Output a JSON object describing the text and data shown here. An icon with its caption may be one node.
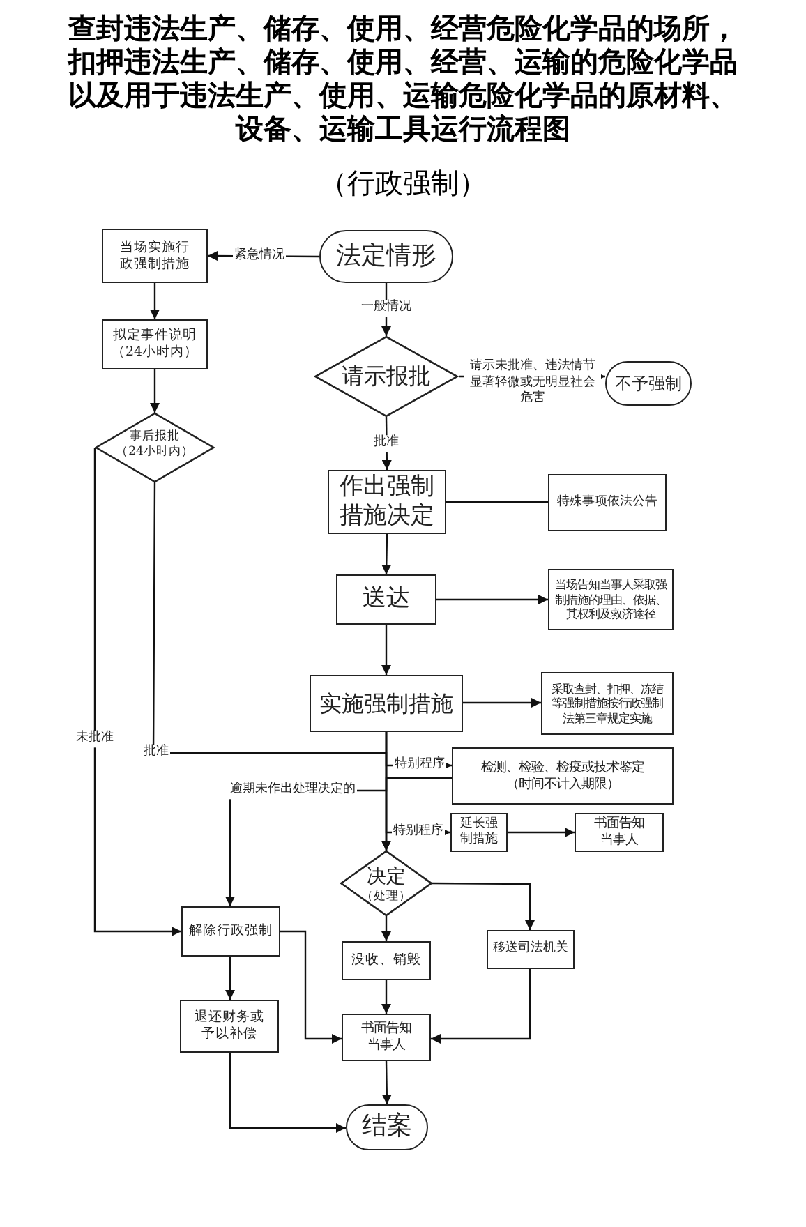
{
  "diagram": {
    "title": "查封违法生产、储存、使用、经营危险化学品的场所，扣押违法生产、储存、使用、经营、运输的危险化学品以及用于违法生产、使用、运输危险化学品的原材料、设备、运输工具运行流程图",
    "nodes": [
      {
        "text": [
          "法定情形"
        ]
      },
      {
        "text": [
          "当场实施行政强制措施"
        ]
      },
      {
        "text": [
          "拟定事件说明（24小时内）"
        ]
      },
      {
        "text": [
          "事后报批（24小时内）"
        ]
      },
      {
        "text": [
          "请示报批"
        ]
      },
      {
        "text": [
          "不予强制"
        ]
      },
      {
        "text": [
          "作出强制措施决定"
        ]
      },
      {
        "text": [
          "特殊事项依法公告"
        ]
      },
      {
        "text": [
          "送达"
        ]
      },
      {
        "text": [
          "当场告知当事人采取强制措施的理由、依据、其权利及救济途径"
        ]
      },
      {
        "text": [
          "实施强制措施"
        ]
      },
      {
        "text": [
          "采取查封、扣押、冻结等强制措施按行政强制法第三章规定实施"
        ]
      },
      {
        "text": [
          "检测、检验、检疫或技术鉴定（时间不计入期限）"
        ]
      },
      {
        "text": [
          "延长强制措施"
        ]
      },
      {
        "text": [
          "书面告知当事人"
        ]
      },
      {
        "text": [
          "决定",
          "（处理）"
        ]
      },
      {
        "text": [
          "解除行政强制"
        ]
      },
      {
        "text": [
          "没收、销毁"
        ]
      },
      {
        "text": [
          "移送司法机关"
        ]
      },
      {
        "text": [
          "退还财务或予以补偿"
        ]
      },
      {
        "text": [
          "书面告知当事人"
        ]
      },
      {
        "text": [
          "结案"
        ]
      }
    ],
    "edges": [
      {
        "from": 0,
        "to": 1,
        "arrow": "to",
        "label": "紧急情况"
      },
      {
        "from": 0,
        "to": 4,
        "arrow": "to",
        "label": "一般情况"
      },
      {
        "from": 1,
        "to": 2,
        "arrow": "to"
      },
      {
        "from": 2,
        "to": 3,
        "arrow": "to"
      },
      {
        "from": 4,
        "to": 5,
        "arrow": "to",
        "label": "请示未批准、违法情节显著轻微或无明显社会危害"
      },
      {
        "from": 4,
        "to": 6,
        "arrow": "to",
        "label": "批准"
      },
      {
        "from": 6,
        "to": 7,
        "arrow": "none"
      },
      {
        "from": 6,
        "to": 8,
        "arrow": "to"
      },
      {
        "from": 8,
        "to": 9,
        "arrow": "to"
      },
      {
        "from": 8,
        "to": 10,
        "arrow": "to"
      },
      {
        "from": 10,
        "to": 11,
        "arrow": "to"
      },
      {
        "from": 10,
        "to": 15,
        "arrow": "to"
      },
      {
        "from": 3,
        "to": 15,
        "arrow": "to",
        "label": "批准"
      },
      {
        "from": 10,
        "to": 12,
        "arrow": "to",
        "label": "特别程序"
      },
      {
        "from": 12,
        "to": 15,
        "arrow": "to"
      },
      {
        "from": 10,
        "to": 13,
        "arrow": "to",
        "label": "特别程序"
      },
      {
        "from": 13,
        "to": 14,
        "arrow": "to"
      },
      {
        "from": 10,
        "to": 16,
        "arrow": "to",
        "label": "逾期未作出处理决定的"
      },
      {
        "from": 3,
        "to": 16,
        "arrow": "to",
        "label": "未批准"
      },
      {
        "from": 15,
        "to": 17,
        "arrow": "to"
      },
      {
        "from": 15,
        "to": 18,
        "arrow": "to"
      },
      {
        "from": 16,
        "to": 19,
        "arrow": "to"
      },
      {
        "from": 16,
        "to": 20,
        "arrow": "to"
      },
      {
        "from": 17,
        "to": 20,
        "arrow": "to"
      },
      {
        "from": 18,
        "to": 20,
        "arrow": "to"
      },
      {
        "from": 19,
        "to": 21,
        "arrow": "to"
      },
      {
        "from": 20,
        "to": 21,
        "arrow": "to"
      }
    ],
    "labels": [
      "（行政强制）"
    ]
  }
}
